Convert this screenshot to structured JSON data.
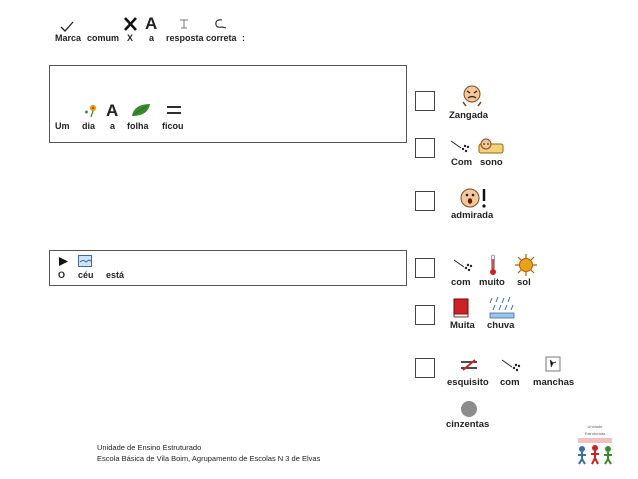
{
  "instruction": {
    "words": [
      "Marca",
      "comum",
      "X",
      "a",
      "resposta",
      "correta",
      ":"
    ]
  },
  "sentence_1": {
    "words": [
      "Um",
      "dia",
      "a",
      "folha",
      "ficou"
    ],
    "letter": "A"
  },
  "sentence_2": {
    "words": [
      "O",
      "céu",
      "está"
    ]
  },
  "options": [
    {
      "words": [
        "Zangada"
      ]
    },
    {
      "words": [
        "Com",
        "sono"
      ]
    },
    {
      "words": [
        "admirada"
      ]
    },
    {
      "words": [
        "com",
        "muito",
        "sol"
      ]
    },
    {
      "words": [
        "Muita",
        "chuva"
      ]
    },
    {
      "words": [
        "esquisito",
        "com",
        "manchas"
      ]
    },
    {
      "words": [
        "cinzentas"
      ]
    }
  ],
  "footer": {
    "line1": "Unidade de Ensino Estruturado",
    "line2": "Escola Básica de Vila Boim,  Agrupamento de Escolas N 3 de Elvas"
  },
  "logo": {
    "text": "Unidade Estruturada"
  },
  "colors": {
    "border": "#555555",
    "leaf": "#3a8a2e",
    "sun": "#e8a317",
    "red_book": "#cc2222",
    "grey_circle": "#8c8c8c"
  }
}
